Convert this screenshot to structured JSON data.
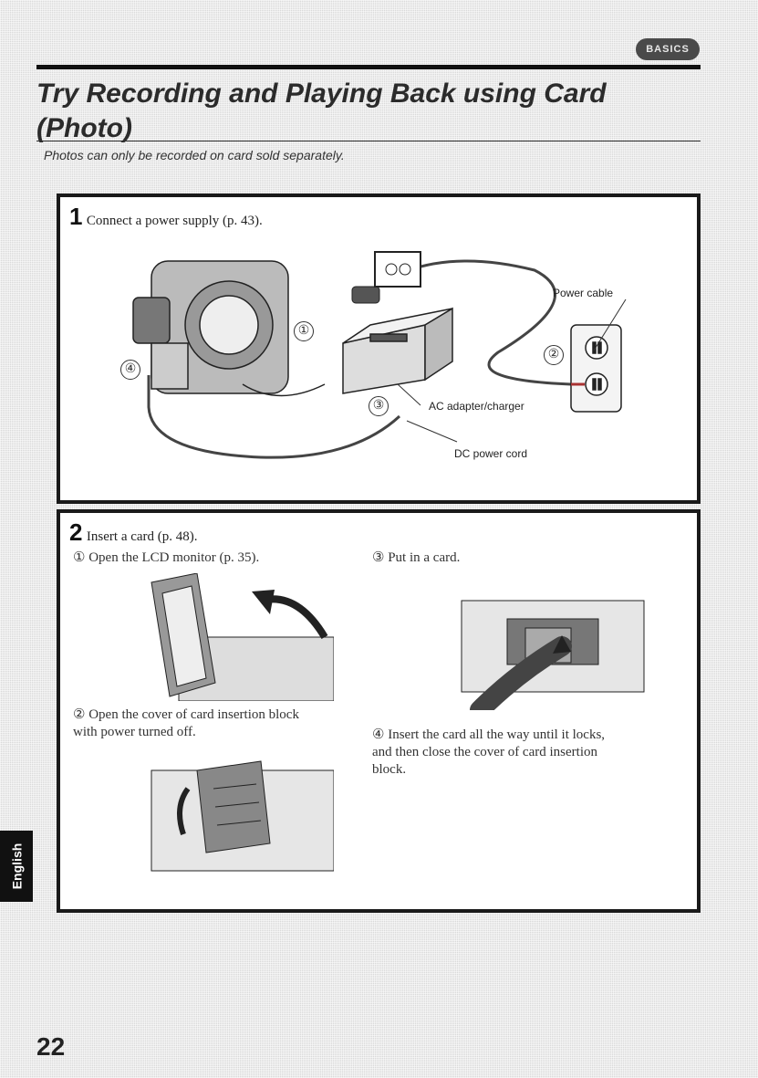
{
  "header": {
    "badge_label": "BASICS",
    "title": "Try Recording and Playing Back using Card\n(Photo)",
    "subtitle": "Photos can only be recorded on card sold separately."
  },
  "step1": {
    "number": "1",
    "text": "Connect a power supply (p. 43).",
    "labels": {
      "power_cable": "Power cable",
      "ac_adapter": "AC adapter/charger",
      "dc_cord": "DC power cord"
    },
    "markers": [
      "①",
      "②",
      "③",
      "④"
    ]
  },
  "step2": {
    "number": "2",
    "text": "Insert a card (p. 48).",
    "sub1": "① Open the LCD monitor (p. 35).",
    "sub2": "② Open the cover of card insertion block\n     with power turned off.",
    "sub3": "③ Put in a card.",
    "sub4": "④ Insert the card all the way until it locks,\n     and then close the cover of card insertion\n     block."
  },
  "footer": {
    "language_tab": "English",
    "page_number": "22"
  }
}
